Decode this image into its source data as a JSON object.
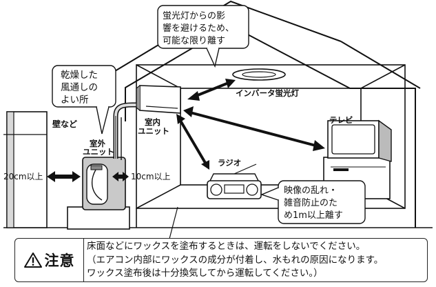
{
  "callouts": {
    "lamp_note": [
      "蛍光灯からの影",
      "響を避けるため、",
      "可能な限り離す"
    ],
    "dry_location": [
      "乾燥した",
      "風通しの",
      "よい所"
    ],
    "interference": [
      "映像の乱れ・",
      "雑音防止のた",
      "め1m以上離す"
    ]
  },
  "labels": {
    "wall": "壁など",
    "outdoor_unit": [
      "室外",
      "ユニット"
    ],
    "indoor_unit": [
      "室内",
      "ユニット"
    ],
    "inverter_lamp": "インバータ蛍光灯",
    "tv": "テレビ",
    "radio": "ラジオ",
    "clearance_left": "20cm以上",
    "clearance_right": "10cm以上"
  },
  "caution": {
    "title": "注意",
    "lines": [
      "床面などにワックスを塗布するときは、運転をしないでください。",
      "（エアコン内部にワックスの成分が付着し、水もれの原因になります。",
      "ワックス塗布後は十分換気してから運転してください。）"
    ]
  },
  "colors": {
    "ink": "#111111",
    "shade": "#bfbfbf",
    "dark_shade": "#555555"
  },
  "icons": {
    "caution": "warning-triangle-icon"
  }
}
